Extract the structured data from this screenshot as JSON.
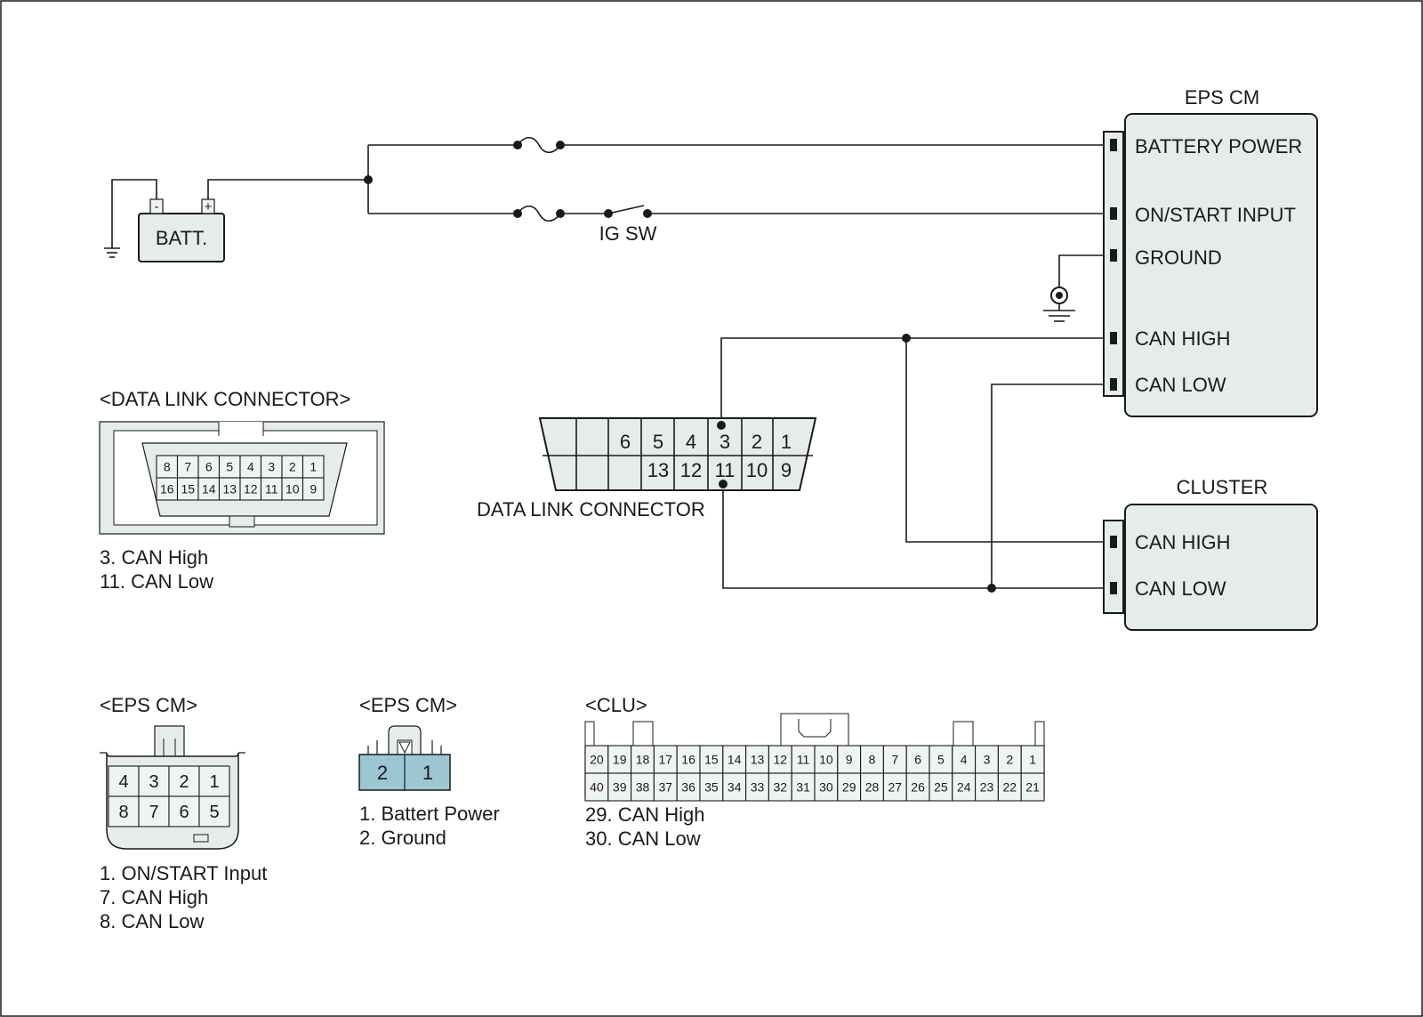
{
  "components": {
    "battery": "BATT.",
    "battery_neg": "-",
    "battery_pos": "+",
    "ig_switch": "IG SW"
  },
  "eps_cm": {
    "title": "EPS CM",
    "pins": [
      "BATTERY POWER",
      "ON/START INPUT",
      "GROUND",
      "CAN HIGH",
      "CAN LOW"
    ]
  },
  "cluster": {
    "title": "CLUSTER",
    "pins": [
      "CAN HIGH",
      "CAN LOW"
    ]
  },
  "dlc_schematic": {
    "label": "DATA LINK CONNECTOR",
    "top_row": [
      "6",
      "5",
      "4",
      "3",
      "2",
      "1"
    ],
    "bottom_row": [
      "13",
      "12",
      "11",
      "10",
      "9"
    ]
  },
  "dlc_view": {
    "title": "<DATA LINK CONNECTOR>",
    "top_row": [
      "8",
      "7",
      "6",
      "5",
      "4",
      "3",
      "2",
      "1"
    ],
    "bottom_row": [
      "16",
      "15",
      "14",
      "13",
      "12",
      "11",
      "10",
      "9"
    ],
    "highlighted": [
      "3",
      "11"
    ],
    "notes": [
      "3. CAN High",
      "11. CAN Low"
    ]
  },
  "eps_cm_view_a": {
    "title": "<EPS CM>",
    "top_row": [
      "4",
      "3",
      "2",
      "1"
    ],
    "bottom_row": [
      "8",
      "7",
      "6",
      "5"
    ],
    "highlighted": [
      "1",
      "7",
      "8"
    ],
    "notes": [
      "1. ON/START Input",
      "7. CAN High",
      "8. CAN Low"
    ]
  },
  "eps_cm_view_b": {
    "title": "<EPS CM>",
    "pins": [
      "2",
      "1"
    ],
    "highlighted": [
      "1",
      "2"
    ],
    "notes": [
      "1. Battert Power",
      "2. Ground"
    ]
  },
  "clu_view": {
    "title": "<CLU>",
    "top_row": [
      "20",
      "19",
      "18",
      "17",
      "16",
      "15",
      "14",
      "13",
      "12",
      "11",
      "10",
      "9",
      "8",
      "7",
      "6",
      "5",
      "4",
      "3",
      "2",
      "1"
    ],
    "bottom_row": [
      "40",
      "39",
      "38",
      "37",
      "36",
      "35",
      "34",
      "33",
      "32",
      "31",
      "30",
      "29",
      "28",
      "27",
      "26",
      "25",
      "24",
      "23",
      "22",
      "21"
    ],
    "highlighted": [
      "29",
      "30"
    ],
    "notes": [
      "29. CAN High",
      "30. CAN Low"
    ]
  },
  "colors": {
    "highlight": "#9cc6d2",
    "module_fill": "#e6ecec",
    "line": "#1a1a1a"
  }
}
